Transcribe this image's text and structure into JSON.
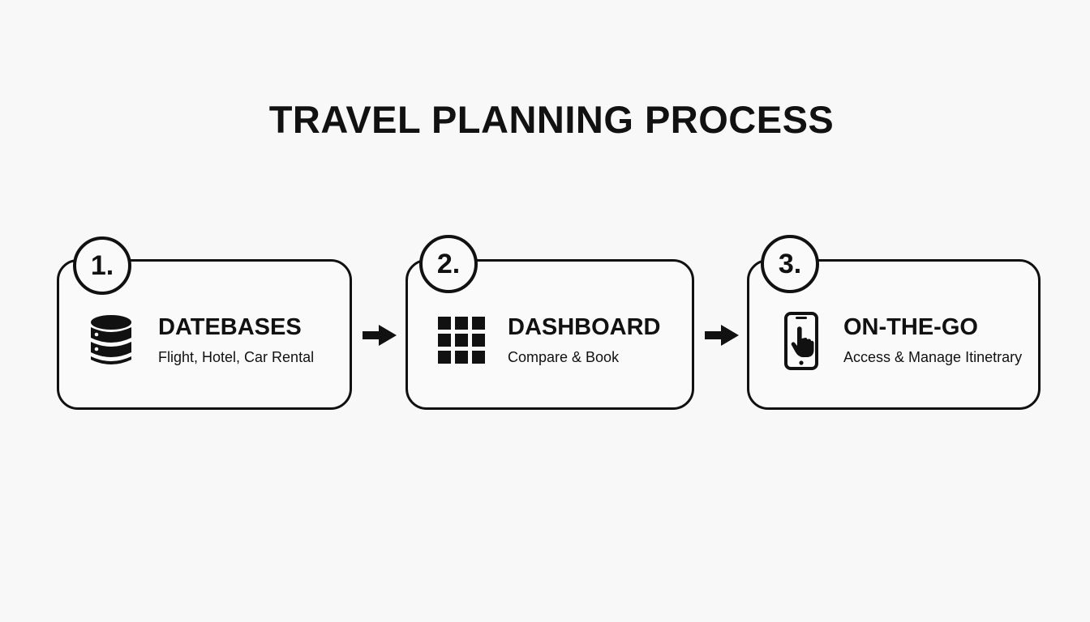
{
  "title": "TRAVEL PLANNING PROCESS",
  "steps": [
    {
      "number": "1.",
      "heading": "DATEBASES",
      "subtitle": "Flight, Hotel, Car Rental",
      "icon": "database-icon"
    },
    {
      "number": "2.",
      "heading": "DASHBOARD",
      "subtitle": "Compare & Book",
      "icon": "grid-icon"
    },
    {
      "number": "3.",
      "heading": "ON-THE-GO",
      "subtitle": "Access & Manage Itinetrary",
      "icon": "smartphone-touch-icon"
    }
  ],
  "colors": {
    "background": "#f8f8f8",
    "ink": "#111111"
  }
}
